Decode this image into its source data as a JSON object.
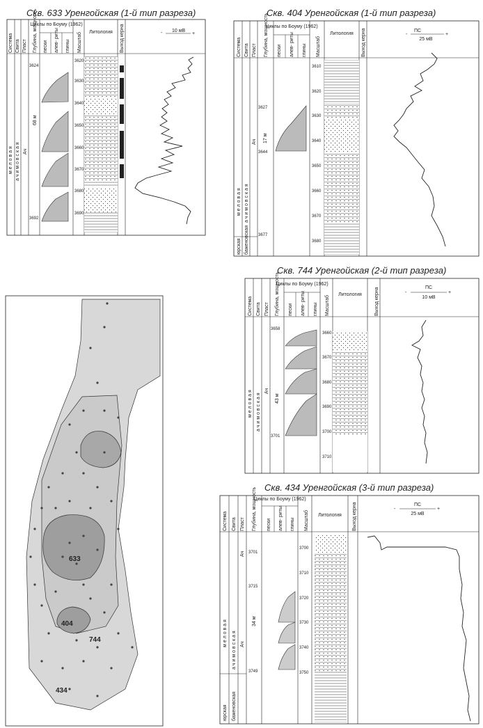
{
  "columns": {
    "sistema": "Система",
    "svita": "Свита",
    "plast": "Пласт",
    "glubina": "Глубина, мощность",
    "cycles": "Циклы по Боуму (1962)",
    "peski": "пески",
    "alevrity": "алев- риты",
    "gliny": "глины",
    "masshtab": "Масштаб",
    "litologiya": "Литология",
    "vyhod_kerna": "Выход керна"
  },
  "strat": {
    "melovaya": "м е л о в а я",
    "achimovskaya": "а ч и м о в с к а я",
    "ach": "Ач",
    "yurskaya": "юрская",
    "bazhenovskaya": "баженовская"
  },
  "wells": [
    {
      "title": "Скв. 633 Уренгойская (1-й тип разреза)",
      "log_label": "10 мВ",
      "thickness": "68 м",
      "ticks": [
        "3620",
        "3630",
        "3640",
        "3650",
        "3660",
        "3670",
        "3680",
        "3690"
      ],
      "depths": [
        "3624",
        "3692"
      ]
    },
    {
      "title": "Скв. 404 Уренгойская (1-й тип разреза)",
      "log_label": "ПС",
      "log_scale": "25 мВ",
      "thickness": "17 м",
      "ticks": [
        "3610",
        "3620",
        "3630",
        "3640",
        "3650",
        "3660",
        "3670",
        "3680"
      ],
      "depths": [
        "3627",
        "3644",
        "3677"
      ]
    },
    {
      "title": "Скв. 744 Уренгойская (2-й тип разреза)",
      "log_label": "ПС",
      "log_scale": "10 мВ",
      "thickness": "43 м",
      "ticks": [
        "3660",
        "3670",
        "3680",
        "3690",
        "3700",
        "3710"
      ],
      "depths": [
        "3658",
        "3701"
      ]
    },
    {
      "title": "Скв. 434 Уренгойская (3-й тип разреза)",
      "log_label": "ПС",
      "log_scale": "25 мВ",
      "thickness": "34 м",
      "ticks": [
        "3700",
        "3710",
        "3720",
        "3730",
        "3740",
        "3750"
      ],
      "depths": [
        "3701",
        "3715",
        "3749"
      ]
    }
  ],
  "map": {
    "wells": [
      "633",
      "404",
      "744",
      "434"
    ]
  },
  "signs": {
    "minus": "-",
    "plus": "+"
  }
}
